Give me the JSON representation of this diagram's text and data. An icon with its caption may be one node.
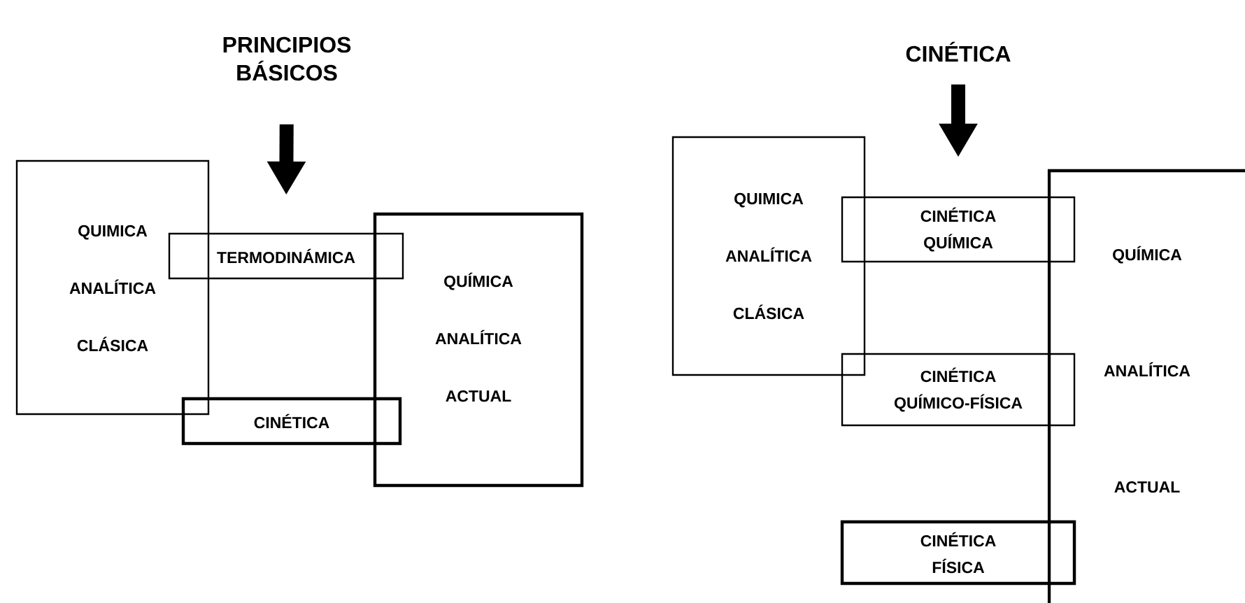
{
  "diagram": {
    "nodes": [
      {
        "text": [
          "PRINCIPIOS BÁSICOS"
        ]
      },
      {
        "text": [
          "QUIMICA ANALÍTICA CLÁSICA"
        ]
      },
      {
        "text": [
          "TERMODINÁMICA"
        ]
      },
      {
        "text": [
          "QUÍMICA ANALÍTICA ACTUAL"
        ]
      },
      {
        "text": [
          "CINÉTICA"
        ]
      },
      {
        "text": [
          "CINÉTICA"
        ]
      },
      {
        "text": [
          "QUIMICA ANALÍTICA CLÁSICA"
        ]
      },
      {
        "text": [
          "CINÉTICA QUÍMICA"
        ]
      },
      {
        "text": [
          "QUÍMICA ANALÍTICA ACTUAL"
        ]
      },
      {
        "text": [
          "CINÉTICA QUÍMICO-FÍSICA"
        ]
      },
      {
        "text": [
          "CINÉTICA FÍSICA"
        ]
      }
    ],
    "edges": [
      {
        "from": 0,
        "to": 2,
        "arrow": "to"
      },
      {
        "from": 5,
        "to": 7,
        "arrow": "to"
      }
    ]
  }
}
